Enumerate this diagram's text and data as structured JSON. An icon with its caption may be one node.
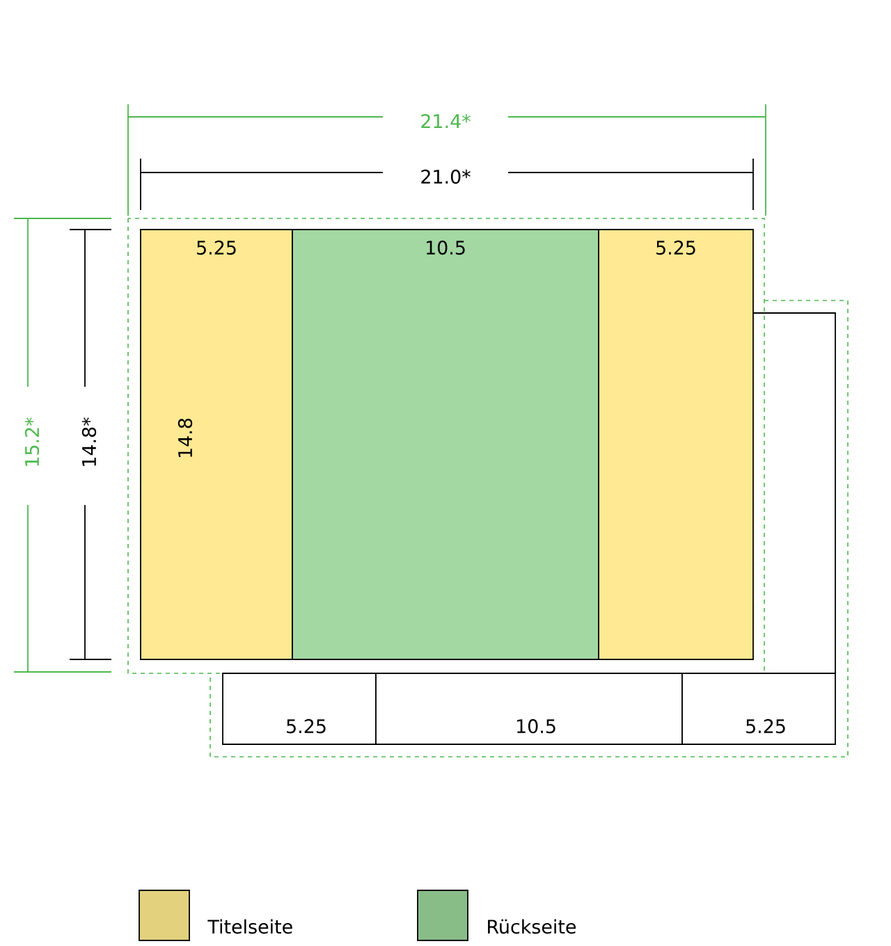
{
  "diagram": {
    "nodes": [
      {
        "text": [
          "5.25",
          "14.8"
        ]
      },
      {
        "text": [
          "10.5"
        ]
      },
      {
        "text": [
          "5.25"
        ]
      },
      {
        "text": [
          "5.25"
        ]
      },
      {
        "text": [
          "10.5"
        ]
      },
      {
        "text": [
          "5.25"
        ]
      }
    ],
    "labels": [
      "21.4*",
      "21.0*",
      "15.2*",
      "14.8*"
    ],
    "legend": [
      {
        "text": "Titelseite",
        "color": "#e3d17e"
      },
      {
        "text": "Rückseite",
        "color": "#88bd88"
      }
    ]
  }
}
